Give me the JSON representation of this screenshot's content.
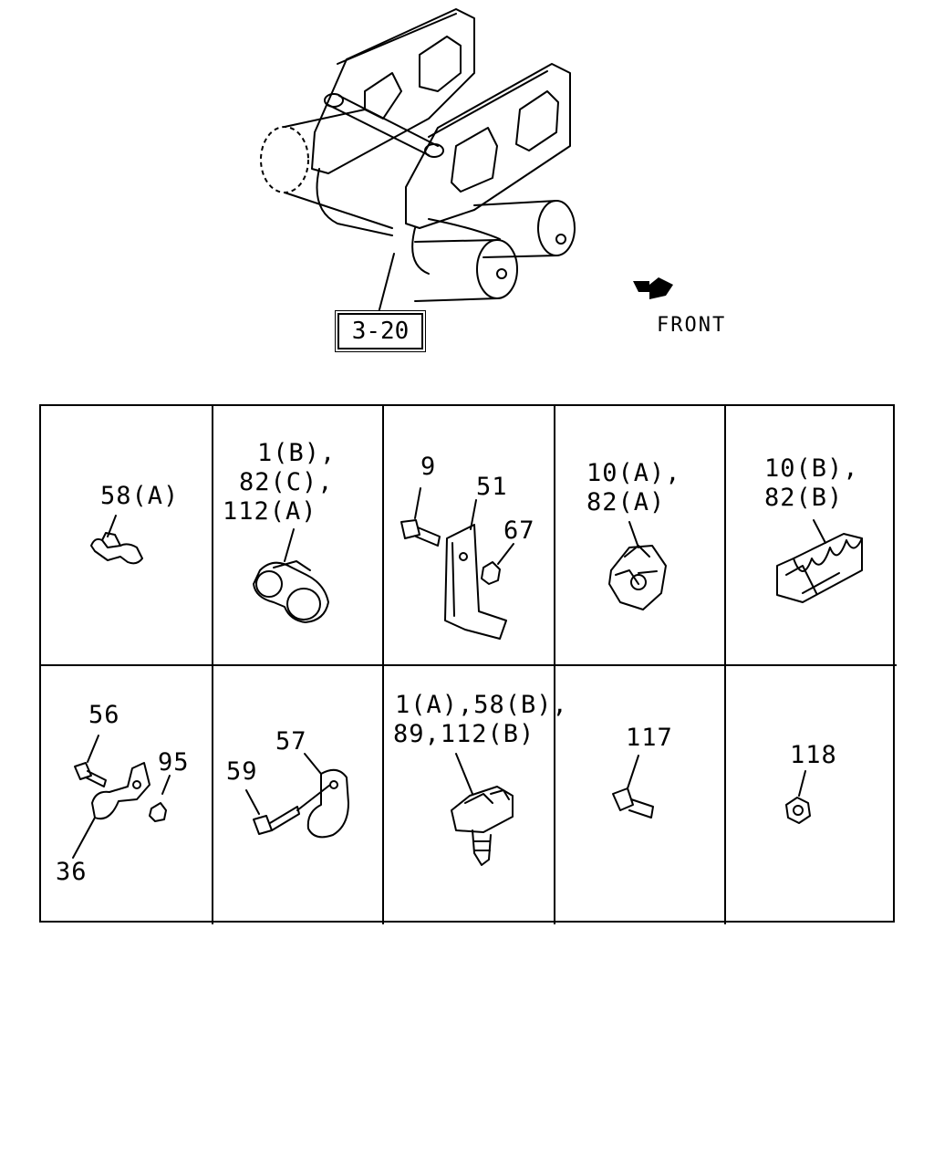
{
  "main_view": {
    "reference_label": "3-20",
    "direction_label": "FRONT",
    "direction_icon": "arrow-icon"
  },
  "parts_table": {
    "cells": [
      {
        "labels": [
          "58(A)"
        ]
      },
      {
        "labels": [
          "1(B),",
          "82(C),",
          "112(A)"
        ]
      },
      {
        "labels": [
          "9",
          "51",
          "67"
        ]
      },
      {
        "labels": [
          "10(A),",
          "82(A)"
        ]
      },
      {
        "labels": [
          "10(B),",
          "82(B)"
        ]
      },
      {
        "labels": [
          "56",
          "95",
          "36"
        ]
      },
      {
        "labels": [
          "57",
          "59"
        ]
      },
      {
        "labels": [
          "1(A),58(B),",
          "89,112(B)"
        ]
      },
      {
        "labels": [
          "117"
        ]
      },
      {
        "labels": [
          "118"
        ]
      }
    ]
  }
}
